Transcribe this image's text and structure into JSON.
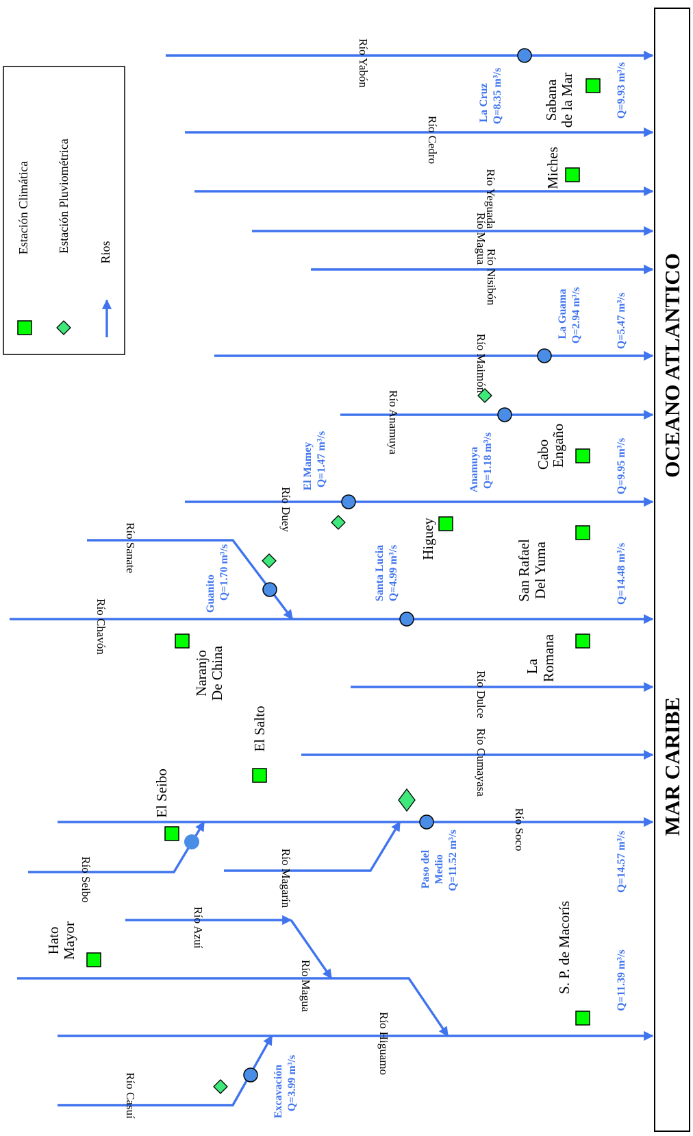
{
  "colors": {
    "river": "#3f74ee",
    "gauge_fill": "#4a8de6",
    "climate_station": "#00ff00",
    "rain_station": "#3ee87a",
    "label": "#3f74ee"
  },
  "coast": {
    "caribbean": "MAR CARIBE",
    "atlantic": "OCEANO ATLANTICO"
  },
  "legend": {
    "climate": "Estación Climática",
    "rain": "Estación Pluviométrica",
    "rivers": "Rios",
    "climate_icon": "green-square-icon",
    "rain_icon": "green-diamond-icon",
    "river_icon": "blue-arrow-icon"
  },
  "rivers": {
    "yabon": "Río Yabón",
    "cedro": "Río Cedro",
    "yeguada": "Río Yeguada",
    "magua_east": "Río Magua",
    "nisibon": "Río Nisibón",
    "maimon": "Río Maimón",
    "anamuya": "Río Anamuya",
    "duey": "Río Duey",
    "sanate": "Río Sanate",
    "chavon": "Río Chavón",
    "dulce": "Río Dulce",
    "cumayasa": "Río Cumayasa",
    "soco": "Río Soco",
    "seibo": "Río Seibo",
    "maganin": "Río Magarín",
    "azui": "Río Azuí",
    "magua_west": "Río Magua",
    "higuamo": "Río Higuamo",
    "casui": "Río Casuí"
  },
  "stations": {
    "sabana": [
      "Sabana",
      "de la Mar"
    ],
    "miches": [
      "Miches"
    ],
    "cabo": [
      "Cabo",
      "Engaño"
    ],
    "higuey": [
      "Higuey"
    ],
    "san_rafael": [
      "San Rafael",
      "Del Yuma"
    ],
    "la_romana": [
      "La",
      "Romana"
    ],
    "naranjo": [
      "Naranjo",
      "De China"
    ],
    "el_salto": [
      "El Salto"
    ],
    "el_seibo": [
      "El Seibo"
    ],
    "hato_mayor": [
      "Hato",
      "Mayor"
    ],
    "sp_macoris": [
      "S. P. de  Macorís"
    ]
  },
  "gauges": {
    "la_cruz": [
      "La Cruz",
      "Q=8.35 m³/s"
    ],
    "la_guama": [
      "La Guama",
      "Q=2.94 m³/s"
    ],
    "anamuya": [
      "Anamuya",
      "Q=1.18 m³/s"
    ],
    "el_mamey": [
      "El Mamey",
      "Q=1.47 m³/s"
    ],
    "guanito": [
      "Guanito",
      "Q=1.70 m³/s"
    ],
    "santa_lucia": [
      "Santa Lucia",
      "Q=4.99 m³/s"
    ],
    "paso_medio": [
      "Paso del",
      "Medio",
      "Q=11.52 m³/s"
    ],
    "excavacion": [
      "Excavación",
      "Q=3.99 m³/s"
    ]
  },
  "outflows": {
    "yabon": "Q=9.93 m³/s",
    "maimon": "Q=5.47 m³/s",
    "duey": "Q=9.95 m³/s",
    "chavon": "Q=14.48 m³/s",
    "soco": "Q=14.57 m³/s",
    "higuamo": "Q=11.39 m³/s"
  }
}
